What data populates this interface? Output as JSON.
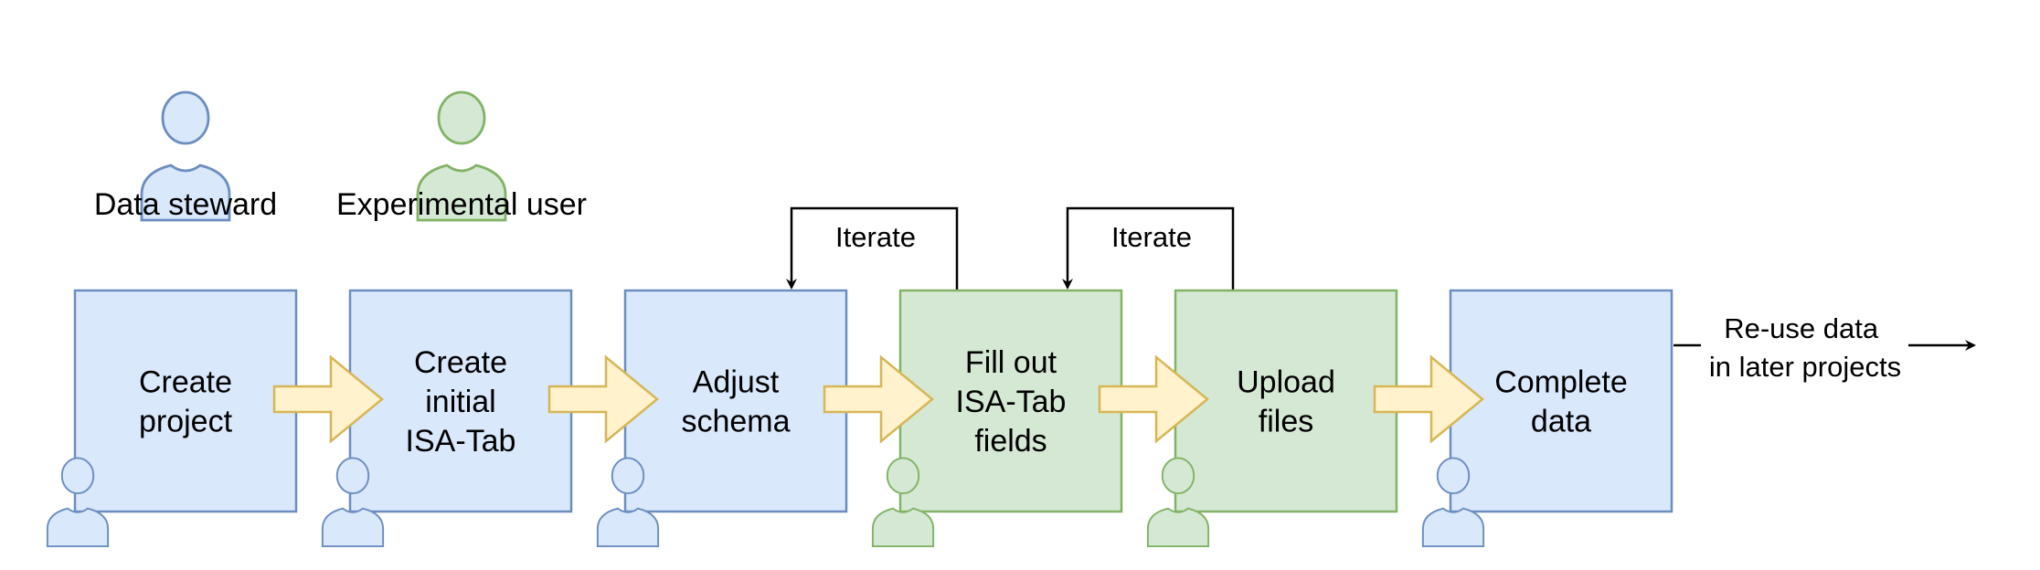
{
  "legend": {
    "steward_label": "Data steward",
    "user_label": "Experimental user"
  },
  "colors": {
    "steward_fill": "#dae8fc",
    "steward_stroke": "#6c8ebf",
    "user_fill": "#d5e8d4",
    "user_stroke": "#82b366",
    "arrow_fill": "#fff2cc",
    "arrow_stroke": "#d6b656",
    "line": "#000000"
  },
  "icons": {
    "steward": "person-icon",
    "user": "person-icon"
  },
  "steps": [
    {
      "lines": [
        "Create",
        "project"
      ],
      "role": "steward"
    },
    {
      "lines": [
        "Create",
        "initial",
        "ISA-Tab"
      ],
      "role": "steward"
    },
    {
      "lines": [
        "Adjust",
        "schema"
      ],
      "role": "steward"
    },
    {
      "lines": [
        "Fill out",
        "ISA-Tab",
        "fields"
      ],
      "role": "user"
    },
    {
      "lines": [
        "Upload",
        "files"
      ],
      "role": "user"
    },
    {
      "lines": [
        "Complete",
        "data"
      ],
      "role": "steward"
    }
  ],
  "loops": [
    {
      "label": "Iterate"
    },
    {
      "label": "Iterate"
    }
  ],
  "reuse": {
    "lines": [
      "Re-use data",
      "in later projects"
    ]
  }
}
